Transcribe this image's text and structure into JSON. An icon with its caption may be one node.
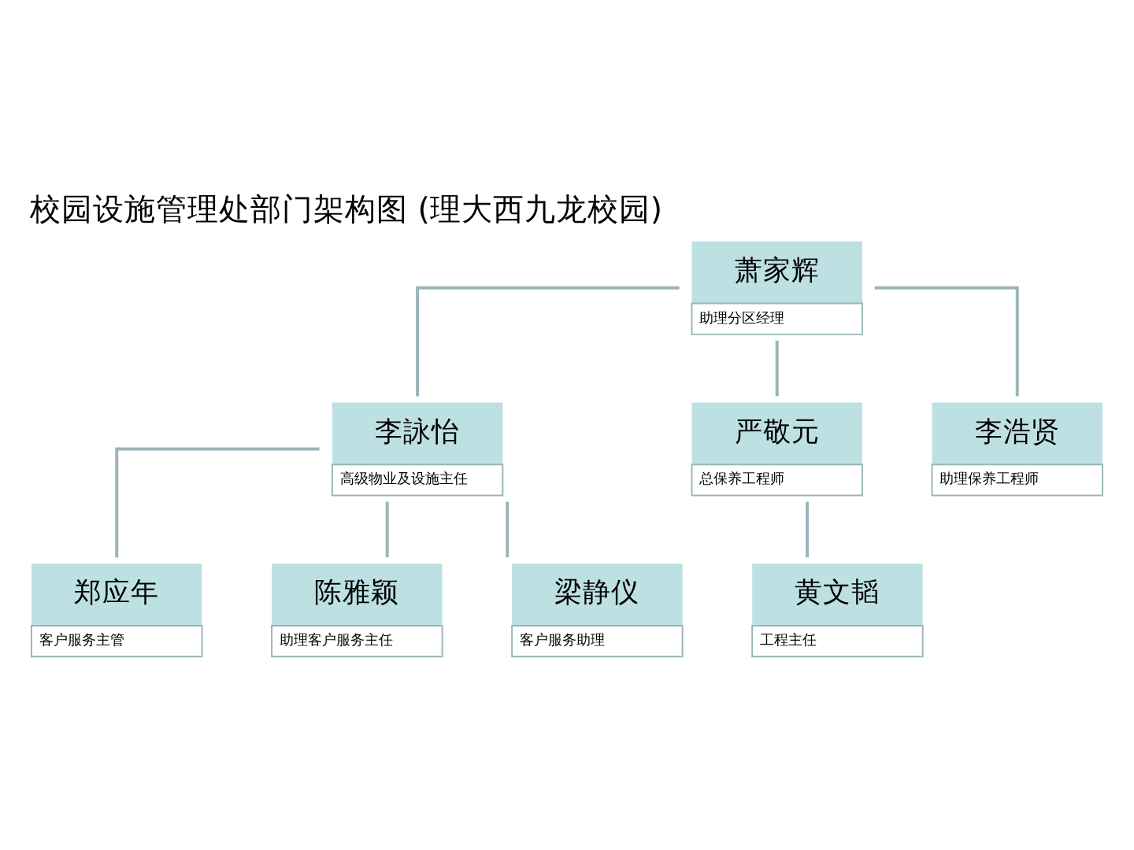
{
  "diagram": {
    "title": "校园设施管理处部门架构图 (理大西九龙校园)",
    "nodes": [
      {
        "text": [
          "萧家辉",
          "助理分区经理"
        ]
      },
      {
        "text": [
          "李詠怡",
          "高级物业及设施主任"
        ]
      },
      {
        "text": [
          "严敬元",
          "总保养工程师"
        ]
      },
      {
        "text": [
          "李浩贤",
          "助理保养工程师"
        ]
      },
      {
        "text": [
          "郑应年",
          "客户服务主管"
        ]
      },
      {
        "text": [
          "陈雅颖",
          "助理客户服务主任"
        ]
      },
      {
        "text": [
          "梁静仪",
          "客户服务助理"
        ]
      },
      {
        "text": [
          "黄文韬",
          "工程主任"
        ]
      }
    ],
    "edges": [
      {
        "from": 0,
        "to": 1,
        "arrow": "none"
      },
      {
        "from": 0,
        "to": 2,
        "arrow": "none"
      },
      {
        "from": 0,
        "to": 3,
        "arrow": "none"
      },
      {
        "from": 1,
        "to": 4,
        "arrow": "none"
      },
      {
        "from": 1,
        "to": 5,
        "arrow": "none"
      },
      {
        "from": 1,
        "to": 6,
        "arrow": "none"
      },
      {
        "from": 2,
        "to": 7,
        "arrow": "none"
      }
    ]
  }
}
